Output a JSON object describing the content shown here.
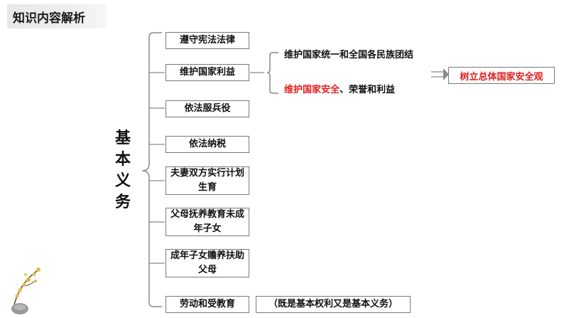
{
  "header": {
    "title": "知识内容解析"
  },
  "main_title": [
    "基",
    "本",
    "义",
    "务"
  ],
  "duties": [
    "遵守宪法法律",
    "维护国家利益",
    "依法服兵役",
    "依法纳税",
    "夫妻双方实行计划生育",
    "父母抚养教育未成年子女",
    "成年子女赡养扶助父母",
    "劳动和受教育"
  ],
  "national_interest": {
    "item1": "维护国家统一和全国各民族团结",
    "item2_red": "维护国家安全",
    "item2_rest": "、荣誉和利益"
  },
  "security_concept": "树立总体国家安全观",
  "note": "（既是基本权利又是基本义务）",
  "colors": {
    "red": "#e02020",
    "border": "#7a7a7a"
  }
}
